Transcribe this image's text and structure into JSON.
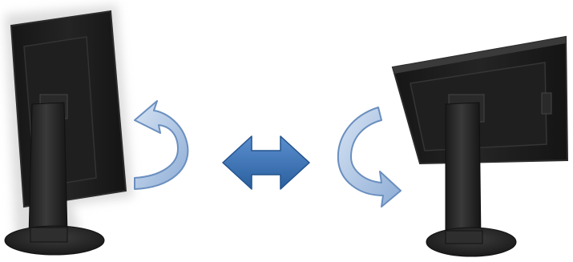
{
  "scene": {
    "subject": "monitor-rotation-illustration",
    "left_monitor": {
      "orientation": "portrait"
    },
    "right_monitor": {
      "orientation": "landscape"
    },
    "colors": {
      "background": "#ffffff",
      "monitor_body": "#1b1b1b",
      "monitor_edge": "#2a2a2a",
      "stand": "#1e1e1e",
      "base": "#2c2c2c",
      "glow": "#d9d9d9",
      "arrow_fill_light": "#b9cfe8",
      "arrow_fill_dark": "#7fa1cc",
      "arrow_stroke": "#6a8fbf",
      "double_arrow_light": "#5b8fcf",
      "double_arrow_dark": "#2a5f9e"
    }
  }
}
